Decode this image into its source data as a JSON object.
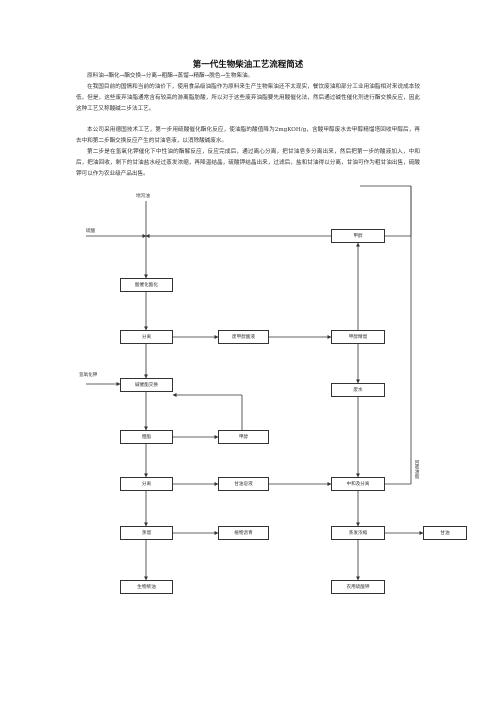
{
  "document": {
    "title": "第一代生物柴油工艺流程简述",
    "paragraphs": [
      "原料油→酯化→酯交换→分离→粗酯→蒸馏→精酯→脱色→生物柴油。",
      "在我国目前的国情和当前的油价下，使用食品级油脂作为原料来生产生物柴油还不太现实，餐饮废油和部分工业用油脂相对来说成本较低，但是，这些废弃油脂通常含有较高的游离脂肪酸，所以对于这些废弃油脂要先用酸催化法，然后通过碱性催化剂进行酯交换反应，因此这种工艺又称酸碱二步法工艺。",
      "本公司采用德国技术工艺，第一步用硫酸催化酯化反应，使油脂的酸值降为2mgKOH/g，含酸甲醇废水去甲醇精馏塔回收甲醇后，再去中和第二步酯交换反应产生的甘油皂液，以消除酸碱废水。",
      "第二步是在氢氧化钾催化下中性油的酯解反应，反应完成后，通过离心分离，把甘油皂多分离出来，然后把第一步的酸液加入，中和后，把油回收，剩下的甘油盐水经过蒸发浓缩，再降温结晶，硫酸钾结晶出来，过滤后，盐和甘油得以分离，甘油可作为粗甘油出售，硫酸钾可以作为农业级产品出售。"
    ]
  },
  "flow": {
    "boxes": {
      "acid_esterification": "酸催化酯化",
      "separation_1": "分离",
      "methanol_wastewater": "废甲醇酸液",
      "methanol_distill": "甲醇精馏",
      "methanol": "甲醇",
      "alkali_transesterification": "碱催酯交换",
      "wastewater": "废水",
      "crude_ester": "粗酯",
      "methanol_2": "甲醇",
      "separation_2": "分离",
      "glycerol_soap": "甘油皂液",
      "neutralize_separate": "中和及分离",
      "distillation": "蒸馏",
      "residue": "植物沥青",
      "evaporation_filter": "蒸发浓缩",
      "glycerol": "甘油",
      "biodiesel": "生物柴油",
      "potassium_sulfate": "农用硫酸钾"
    },
    "labels": {
      "waste_oil": "地沟油",
      "sulfuric_acid": "硫酸",
      "koh": "氢氧化钾",
      "recovered_oil": "回收油脂"
    }
  }
}
